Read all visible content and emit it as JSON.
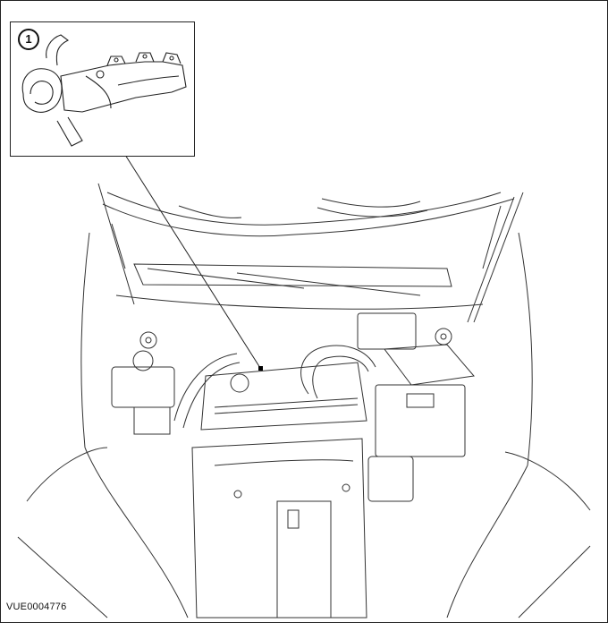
{
  "figure": {
    "callout_number": "1",
    "reference_code": "VUE0004776",
    "callout_target": "turbocharger-exhaust-manifold"
  },
  "colors": {
    "line": "#222222",
    "background": "#ffffff"
  }
}
